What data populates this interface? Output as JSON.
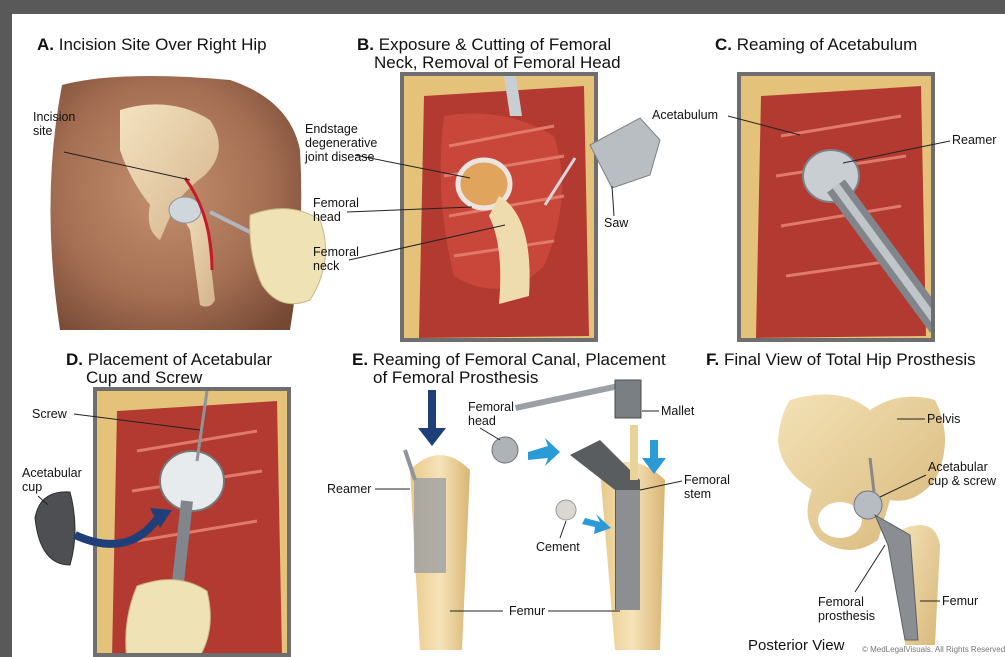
{
  "panels": {
    "a": {
      "letter": "A.",
      "title": "Incision Site Over Right Hip"
    },
    "b": {
      "letter": "B.",
      "title_line1": "Exposure & Cutting of Femoral",
      "title_line2": "Neck, Removal of Femoral Head"
    },
    "c": {
      "letter": "C.",
      "title": "Reaming of Acetabulum"
    },
    "d": {
      "letter": "D.",
      "title_line1": "Placement of Acetabular",
      "title_line2": "Cup and Screw"
    },
    "e": {
      "letter": "E.",
      "title_line1": "Reaming of Femoral Canal, Placement",
      "title_line2": "of Femoral Prosthesis"
    },
    "f": {
      "letter": "F.",
      "title": "Final View of Total Hip Prosthesis"
    }
  },
  "labels": {
    "incision_l1": "Incision",
    "incision_l2": "site",
    "endstage_l1": "Endstage",
    "endstage_l2": "degenerative",
    "endstage_l3": "joint disease",
    "femhead_b_l1": "Femoral",
    "femhead_b_l2": "head",
    "femneck_l1": "Femoral",
    "femneck_l2": "neck",
    "saw": "Saw",
    "acetabulum": "Acetabulum",
    "reamer_c": "Reamer",
    "screw": "Screw",
    "acetcup_l1": "Acetabular",
    "acetcup_l2": "cup",
    "femhead_e_l1": "Femoral",
    "femhead_e_l2": "head",
    "mallet": "Mallet",
    "reamer_e": "Reamer",
    "femstem_l1": "Femoral",
    "femstem_l2": "stem",
    "cement": "Cement",
    "femur_e": "Femur",
    "pelvis": "Pelvis",
    "acetcupscrew_l1": "Acetabular",
    "acetcupscrew_l2": "cup & screw",
    "femprosth_l1": "Femoral",
    "femprosth_l2": "prosthesis",
    "femur_f": "Femur",
    "posterior_view": "Posterior View",
    "copyright": "© MedLegalVisuals. All Rights Reserved"
  },
  "colors": {
    "frame": "#595959",
    "panel_border": "#6e6e6e",
    "skin": "#a0674a",
    "bone": "#e9d39a",
    "muscle": "#b8322b",
    "arrow_blue": "#2a9bd6",
    "arrow_navy": "#1e3f7a",
    "metal": "#9aa0a6"
  }
}
